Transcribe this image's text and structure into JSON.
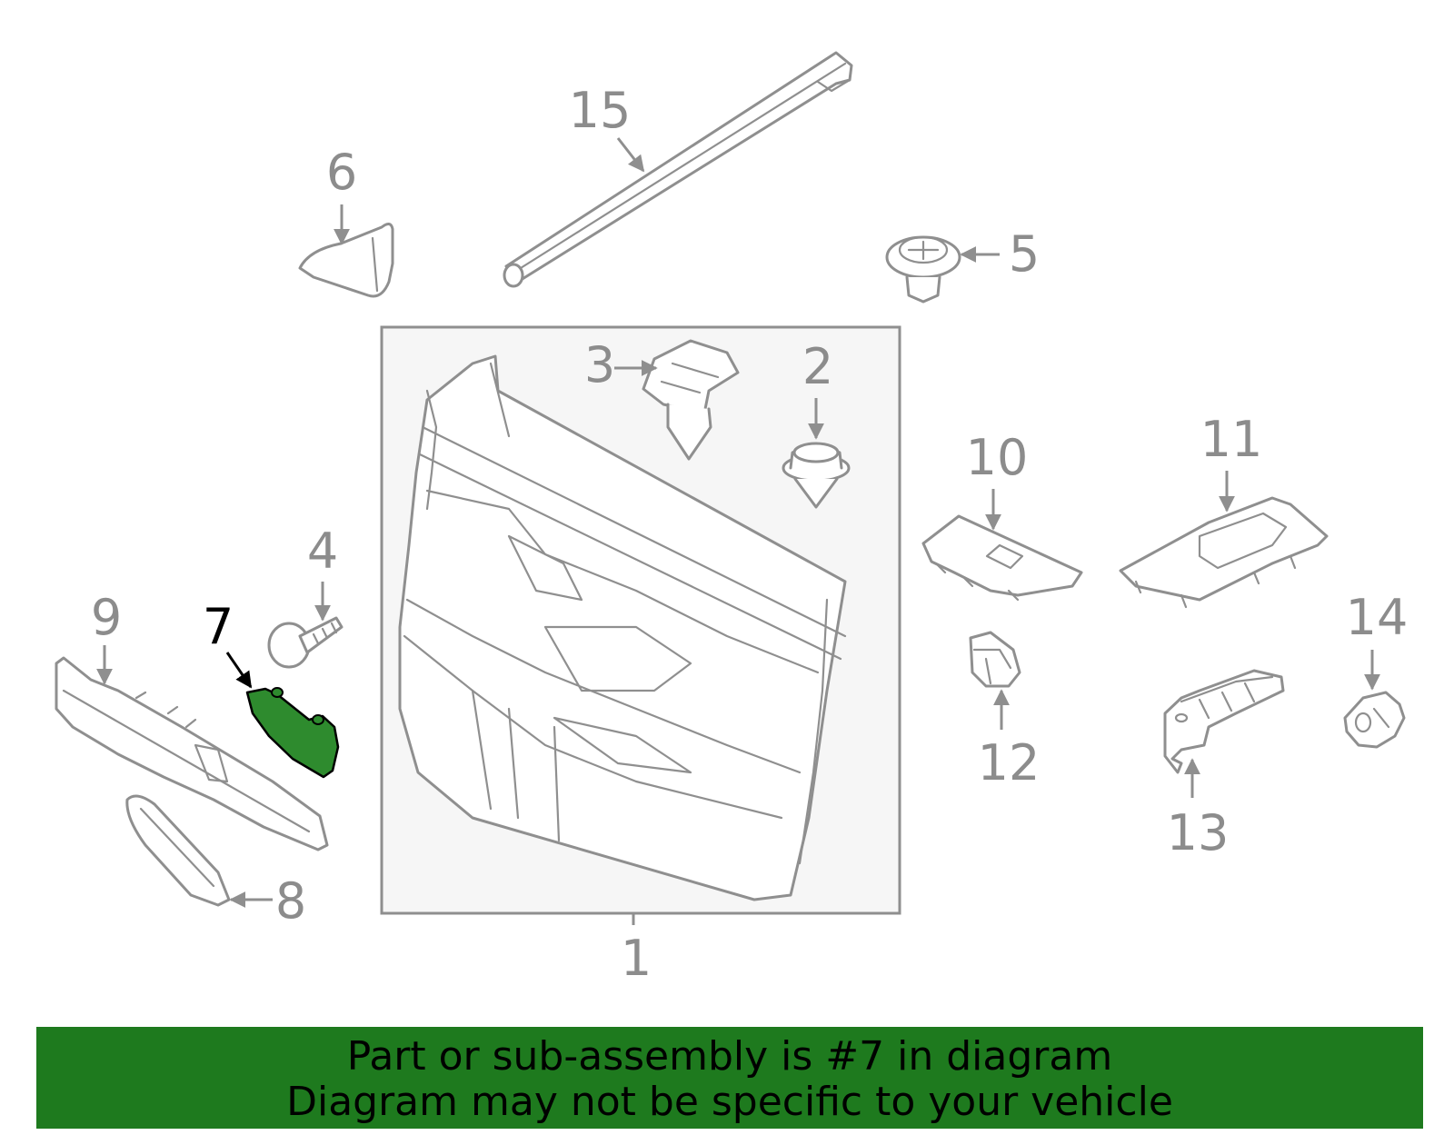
{
  "diagram": {
    "selected_part": "7",
    "highlight_color": "#2e8b2e",
    "line_color": "#8f8f8f",
    "callouts": [
      "1",
      "2",
      "3",
      "4",
      "5",
      "6",
      "7",
      "8",
      "9",
      "10",
      "11",
      "12",
      "13",
      "14",
      "15"
    ]
  },
  "banner": {
    "color": "#1e7a1e",
    "line1": "Part or sub-assembly is #7 in diagram",
    "line2": "Diagram may not be specific to your vehicle"
  }
}
